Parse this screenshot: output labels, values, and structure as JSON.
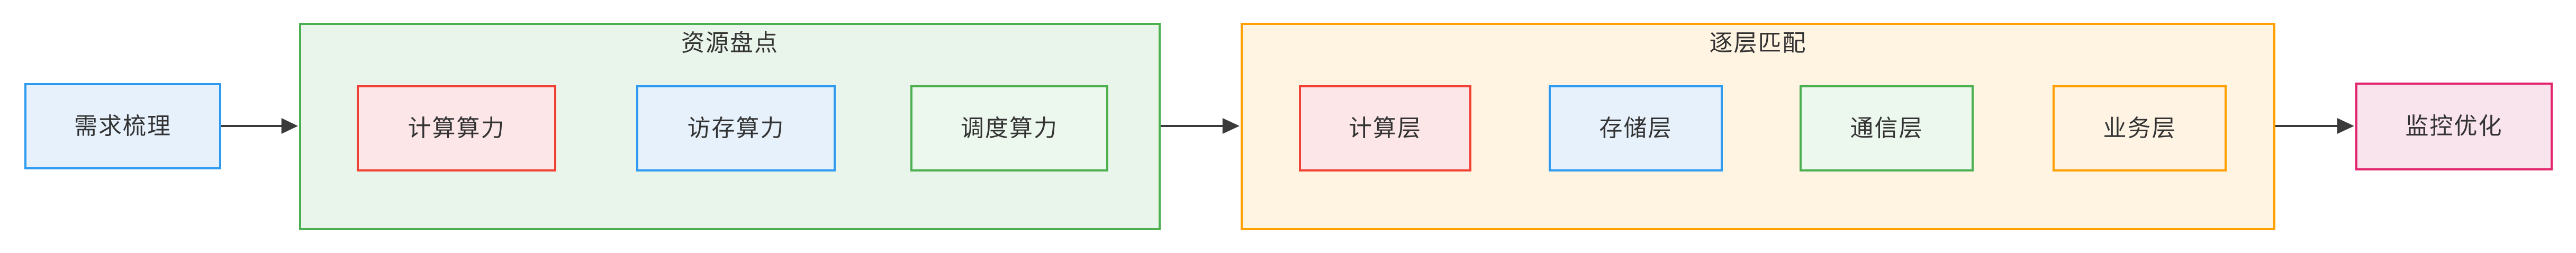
{
  "flow": {
    "start": {
      "label": "需求梳理",
      "fill": "#e6f1fc",
      "border": "#2e9bf0"
    },
    "groups": [
      {
        "title": "资源盘点",
        "fill": "#e9f5ea",
        "border": "#4caf50",
        "items": [
          {
            "label": "计算算力",
            "fill": "#fce6e8",
            "border": "#f04134"
          },
          {
            "label": "访存算力",
            "fill": "#e6f1fc",
            "border": "#2e9bf0"
          },
          {
            "label": "调度算力",
            "fill": "#ecf7ee",
            "border": "#4caf50"
          }
        ]
      },
      {
        "title": "逐层匹配",
        "fill": "#fff3e2",
        "border": "#ff9f00",
        "items": [
          {
            "label": "计算层",
            "fill": "#fce6e8",
            "border": "#f04134"
          },
          {
            "label": "存储层",
            "fill": "#e6f1fc",
            "border": "#2e9bf0"
          },
          {
            "label": "通信层",
            "fill": "#ecf7ee",
            "border": "#4caf50"
          },
          {
            "label": "业务层",
            "fill": "#fff4e4",
            "border": "#ff9f00"
          }
        ]
      }
    ],
    "end": {
      "label": "监控优化",
      "fill": "#f9e3ed",
      "border": "#e2246c"
    },
    "arrow_color": "#3a3a3a",
    "text_color": "#333333",
    "background": "#ffffff"
  }
}
